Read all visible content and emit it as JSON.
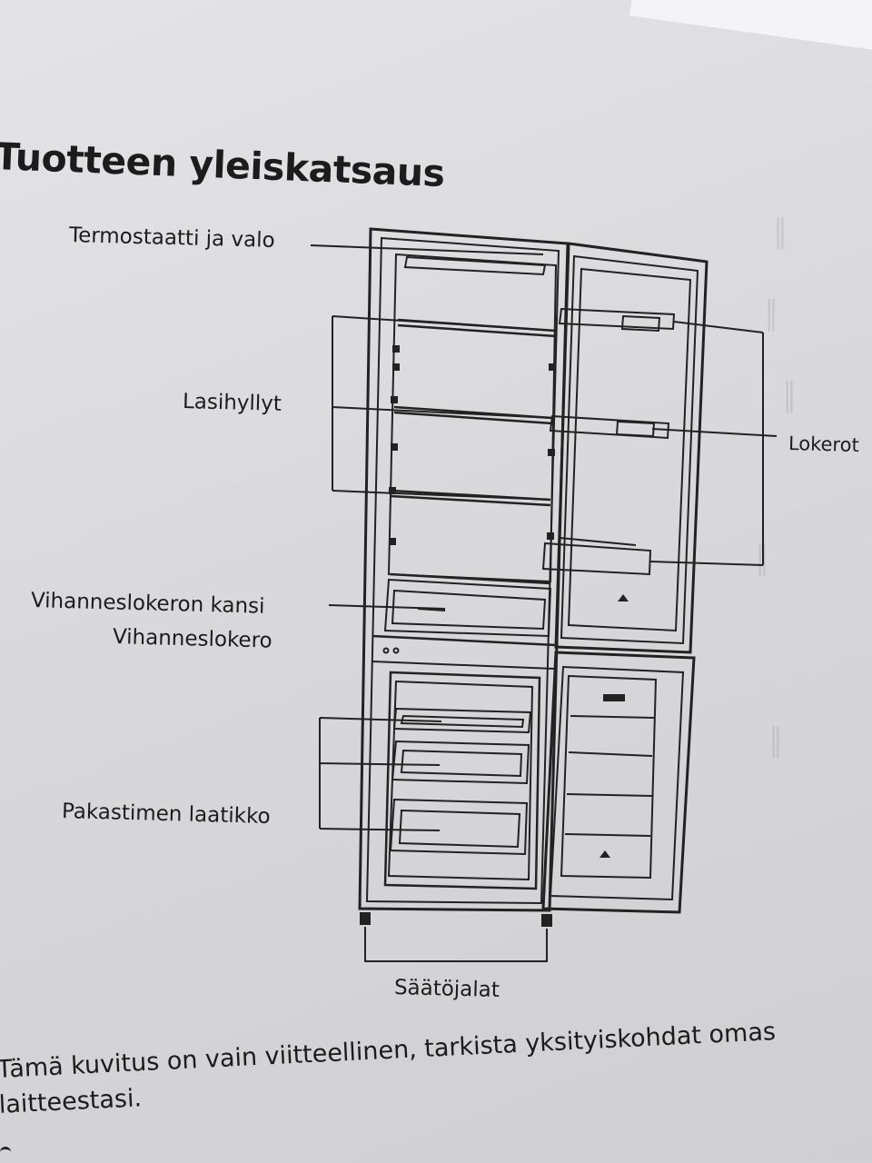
{
  "section_title": "Tuotteen yleiskatsaus",
  "labels": {
    "thermostat": "Termostaatti ja valo",
    "glass_shelves": "Lasihyllyt",
    "door_bins": "Lokerot",
    "crisper_cover": "Vihanneslokeron kansi",
    "crisper": "Vihanneslokero",
    "freezer_drawer": "Pakastimen laatikko",
    "feet": "Säätöjalat"
  },
  "caption": "Tämä kuvitus on vain viitteellinen, tarkista yksityiskohdat omas laitteestasi.",
  "colors": {
    "ink": "#1c1c1c",
    "paper": "#dadadc"
  }
}
